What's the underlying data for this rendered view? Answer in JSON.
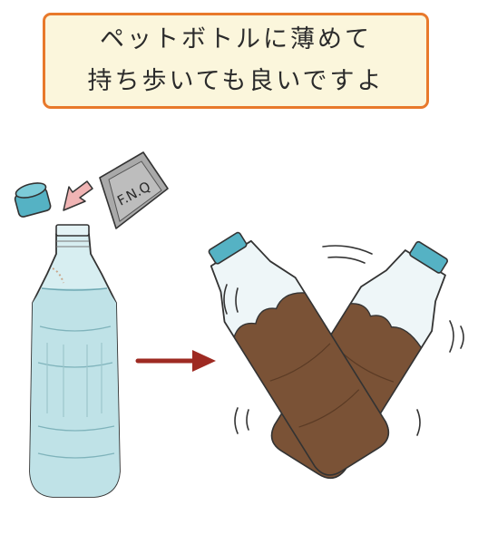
{
  "caption": {
    "line1": "ペットボトルに薄めて",
    "line2": "持ち歩いても良いですよ"
  },
  "packet_label": "F.N.Q",
  "colors": {
    "border": "#e8792b",
    "caption_bg": "#fbf6dc",
    "water": "#bfe2e7",
    "cap": "#55b2c4",
    "tea": "#7a5236",
    "arrow": "#9e2a22",
    "packet": "#a9a9a9"
  },
  "icons": [
    "bottle-cap-icon",
    "powder-packet-icon",
    "pour-arrow-icon",
    "water-bottle-icon",
    "right-arrow-icon",
    "shaking-tea-bottles-icon",
    "motion-lines-icon"
  ]
}
